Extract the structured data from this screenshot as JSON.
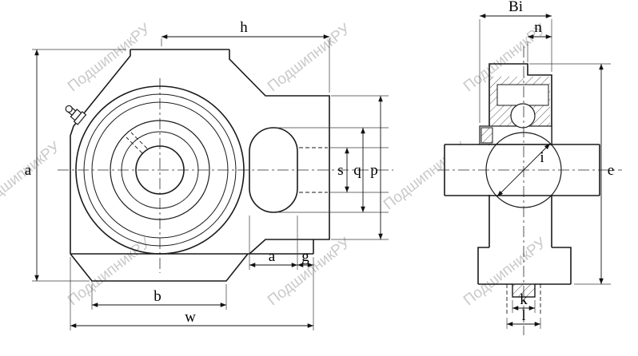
{
  "watermark": {
    "text": "ПодшипникРУ"
  },
  "colors": {
    "line": "#1a1a1a",
    "watermark": "#c9c9c9",
    "background": "#ffffff"
  },
  "front_view": {
    "labels": {
      "h": "h",
      "a_left": "a",
      "s": "s",
      "q": "q",
      "p": "p",
      "a_bottom": "a",
      "g": "g",
      "b": "b",
      "w": "w"
    }
  },
  "side_view": {
    "labels": {
      "Bi": "Bi",
      "n": "n",
      "i": "i",
      "e": "e",
      "k": "k",
      "l": "l"
    }
  }
}
